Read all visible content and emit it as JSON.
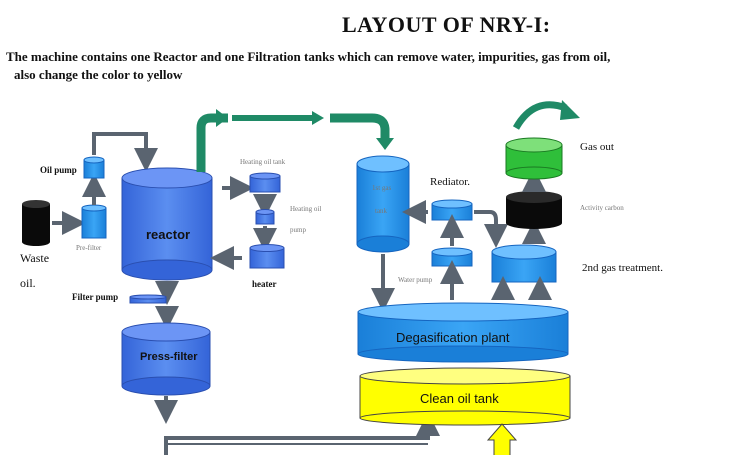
{
  "title": "LAYOUT OF NRY-I:",
  "description": {
    "line1": "The machine contains one Reactor and one Filtration tanks which can remove water, impurities, gas from oil,",
    "line2": "also change the color to yellow"
  },
  "labels": {
    "oil_pump": "Oil pump",
    "waste_oil_1": "Waste",
    "waste_oil_2": "oil.",
    "pre_filter": "Pre-filter",
    "reactor": "reactor",
    "filter_pump": "Filter pump",
    "press_filter": "Press-filter",
    "heating_oil_tank": "Heating oil tank",
    "heating_oil_pump_1": "Heating     oil",
    "heating_oil_pump_2": "pump",
    "heater": "heater",
    "gas_tank_1": "1st gas",
    "gas_tank_2": "tank",
    "radiator": "Rediator.",
    "water_pump": "Water pump",
    "gas_out": "Gas out",
    "activity_carbon": "Activity carbon",
    "second_gas": "2nd gas treatment.",
    "degasification": "Degasification plant",
    "clean_oil": "Clean oil tank"
  },
  "colors": {
    "blue": "#1f8de6",
    "blue_dark": "#1565c0",
    "reactor_blue": "#3d6fe0",
    "green": "#2fbf3a",
    "green_arrow": "#1f8a66",
    "yellow": "#ffff00",
    "black": "#0a0a0a",
    "arrow_gray": "#5a6470"
  }
}
